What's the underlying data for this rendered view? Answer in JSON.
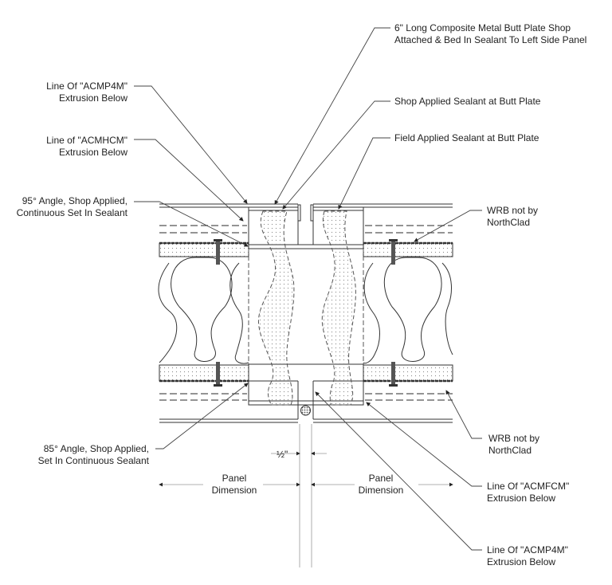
{
  "labels": {
    "acmp4m_top": [
      "Line Of \"ACMP4M\"",
      "Extrusion Below"
    ],
    "acmhcm": [
      "Line of \"ACMHCM\"",
      "Extrusion Below"
    ],
    "angle95": [
      "95° Angle, Shop Applied,",
      "Continuous Set In Sealant"
    ],
    "angle85": [
      "85° Angle, Shop Applied,",
      "Set In Continuous Sealant"
    ],
    "butt_plate": [
      "6\" Long Composite Metal Butt Plate Shop",
      "Attached & Bed In Sealant To Left Side Panel"
    ],
    "shop_sealant": "Shop Applied Sealant at Butt Plate",
    "field_sealant": "Field Applied Sealant at Butt Plate",
    "wrb_top": [
      "WRB not by",
      "NorthClad"
    ],
    "wrb_bottom": [
      "WRB not by",
      "NorthClad"
    ],
    "acmfcm": [
      "Line Of \"ACMFCM\"",
      "Extrusion Below"
    ],
    "acmp4m_bottom": [
      "Line Of \"ACMP4M\"",
      "Extrusion Below"
    ],
    "joint_width": "½\"",
    "panel_dim_left": [
      "Panel",
      "Dimension"
    ],
    "panel_dim_right": [
      "Panel",
      "Dimension"
    ]
  }
}
